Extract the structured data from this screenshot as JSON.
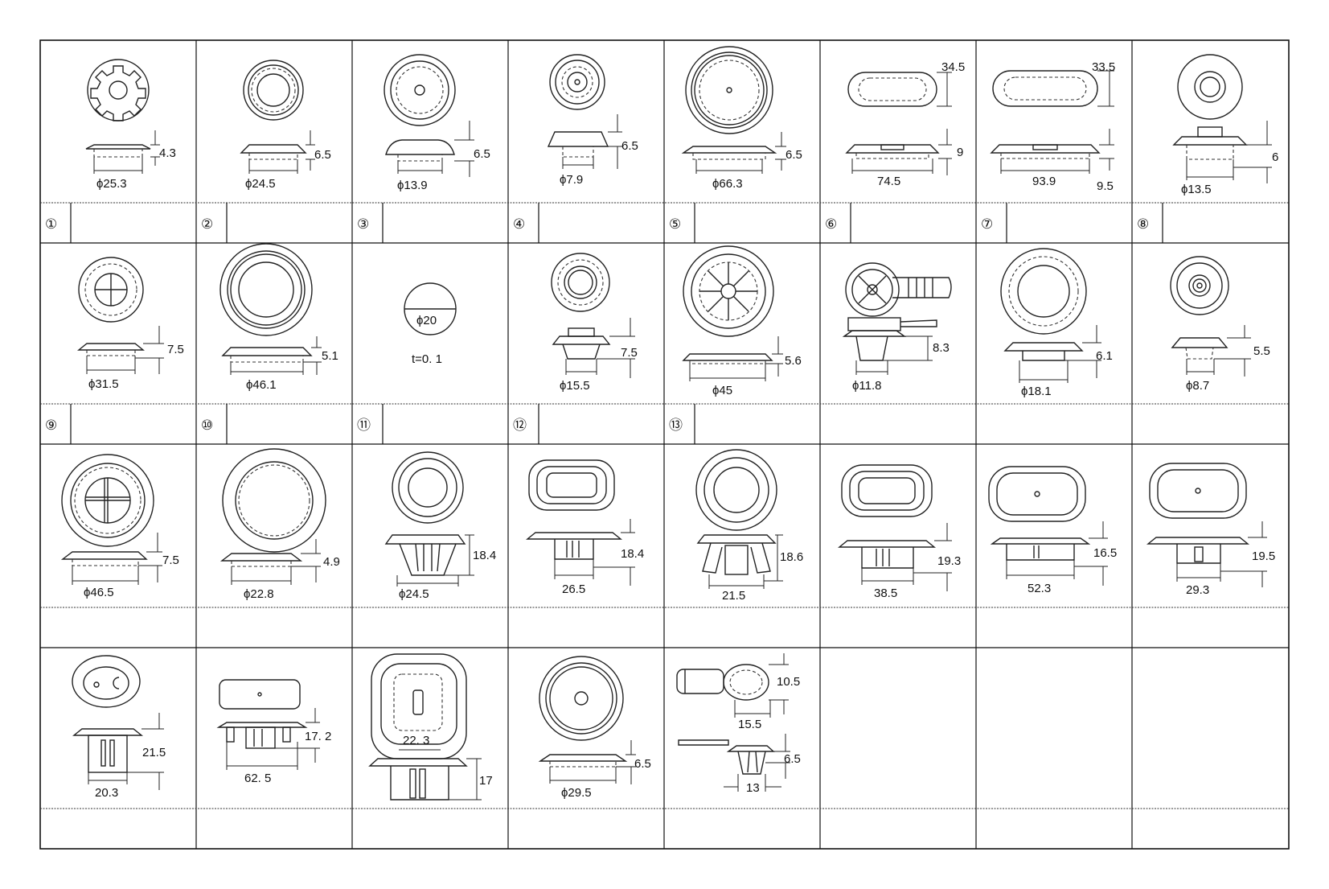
{
  "cells": [
    {
      "id": 1,
      "dims": [
        "4.3",
        "ϕ25.3"
      ]
    },
    {
      "id": 2,
      "dims": [
        "6.5",
        "ϕ24.5"
      ]
    },
    {
      "id": 3,
      "dims": [
        "6.5",
        "ϕ13.9"
      ]
    },
    {
      "id": 4,
      "dims": [
        "6.5",
        "ϕ7.9"
      ]
    },
    {
      "id": 5,
      "dims": [
        "6.5",
        "ϕ66.3"
      ]
    },
    {
      "id": 6,
      "dims": [
        "34.5",
        "9",
        "74.5"
      ]
    },
    {
      "id": 7,
      "dims": [
        "33.5",
        "93.9",
        "9.5"
      ]
    },
    {
      "id": 8,
      "dims": [
        "6",
        "ϕ13.5"
      ]
    },
    {
      "id": 9,
      "dims": [
        "7.5",
        "ϕ31.5"
      ]
    },
    {
      "id": 10,
      "dims": [
        "5.1",
        "ϕ46.1"
      ]
    },
    {
      "id": 11,
      "dims": [
        "ϕ20",
        "t=0. 1"
      ]
    },
    {
      "id": 12,
      "dims": [
        "7.5",
        "ϕ15.5"
      ]
    },
    {
      "id": 13,
      "dims": [
        "5.6",
        "ϕ45"
      ]
    },
    {
      "id": 14,
      "dims": [
        "8.3",
        "ϕ11.8"
      ]
    },
    {
      "id": 15,
      "dims": [
        "6.1",
        "ϕ18.1"
      ]
    },
    {
      "id": 16,
      "dims": [
        "5.5",
        "ϕ8.7"
      ]
    },
    {
      "id": 17,
      "dims": [
        "7.5",
        "ϕ46.5"
      ]
    },
    {
      "id": 18,
      "dims": [
        "4.9",
        "ϕ22.8"
      ]
    },
    {
      "id": 19,
      "dims": [
        "18.4",
        "ϕ24.5"
      ]
    },
    {
      "id": 20,
      "dims": [
        "18.4",
        "26.5"
      ]
    },
    {
      "id": 21,
      "dims": [
        "18.6",
        "21.5"
      ]
    },
    {
      "id": 22,
      "dims": [
        "19.3",
        "38.5"
      ]
    },
    {
      "id": 23,
      "dims": [
        "16.5",
        "52.3"
      ]
    },
    {
      "id": 24,
      "dims": [
        "19.5",
        "29.3"
      ]
    },
    {
      "id": 25,
      "dims": [
        "21.5",
        "20.3"
      ]
    },
    {
      "id": 26,
      "dims": [
        "17. 2",
        "62. 5"
      ]
    },
    {
      "id": 27,
      "dims": [
        "22. 3",
        "17"
      ]
    },
    {
      "id": 28,
      "dims": [
        "6.5",
        "ϕ29.5"
      ]
    },
    {
      "id": 29,
      "dims": [
        "10.5",
        "15.5",
        "6.5",
        "13"
      ]
    }
  ],
  "item_numbers": [
    "①",
    "②",
    "③",
    "④",
    "⑤",
    "⑥",
    "⑦",
    "⑧",
    "⑨",
    "⑩",
    "⑪",
    "⑫",
    "⑬"
  ]
}
